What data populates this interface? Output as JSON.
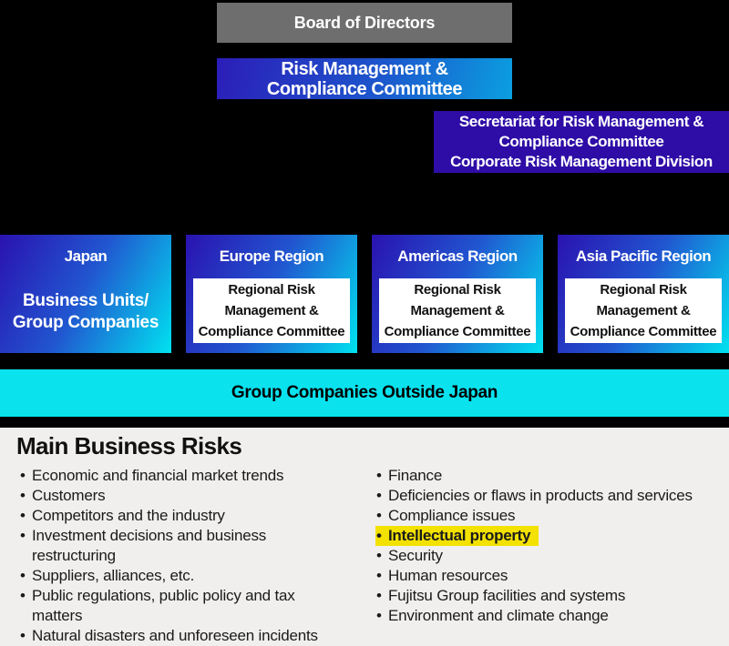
{
  "org_chart": {
    "board": {
      "label": "Board of Directors"
    },
    "risk_committee": {
      "lines": [
        "Risk Management &",
        "Compliance Committee"
      ]
    },
    "secretariat": {
      "lines": [
        "Secretariat for Risk Management &",
        "Compliance Committee",
        "Corporate Risk Management Division"
      ]
    },
    "regions": [
      {
        "title": "Japan",
        "subtitle_lines": [
          "Business Units/",
          "Group Companies"
        ]
      },
      {
        "title": "Europe Region",
        "committee_lines": [
          "Regional Risk",
          "Management &",
          "Compliance Committee"
        ]
      },
      {
        "title": "Americas Region",
        "committee_lines": [
          "Regional Risk",
          "Management &",
          "Compliance Committee"
        ]
      },
      {
        "title": "Asia Pacific Region",
        "committee_lines": [
          "Regional Risk",
          "Management &",
          "Compliance Committee"
        ]
      }
    ],
    "outside_japan_bar": {
      "label": "Group Companies Outside Japan"
    }
  },
  "risks": {
    "title": "Main Business Risks",
    "left": [
      {
        "text": "Economic and financial market trends"
      },
      {
        "text": "Customers"
      },
      {
        "text": "Competitors and the industry"
      },
      {
        "text": "Investment decisions and business restructuring"
      },
      {
        "text": "Suppliers, alliances, etc."
      },
      {
        "text": "Public regulations, public policy and tax matters"
      },
      {
        "text": "Natural disasters and unforeseen incidents"
      }
    ],
    "right": [
      {
        "text": "Finance"
      },
      {
        "text": "Deficiencies or flaws in products and services"
      },
      {
        "text": "Compliance issues"
      },
      {
        "text": "Intellectual property",
        "highlight": true
      },
      {
        "text": "Security"
      },
      {
        "text": "Human resources"
      },
      {
        "text": "Fujitsu Group facilities and systems"
      },
      {
        "text": "Environment and climate change"
      }
    ]
  },
  "colors": {
    "background": "#000000",
    "board_gray": "#6e6e6e",
    "gradient_dark_blue": "#2a12b0",
    "gradient_cyan": "#00e2f0",
    "secretariat_indigo": "#2e0ca6",
    "outside_bar_cyan": "#0ae2ee",
    "risks_background": "#f0efed",
    "highlight_yellow": "#f3e100"
  }
}
